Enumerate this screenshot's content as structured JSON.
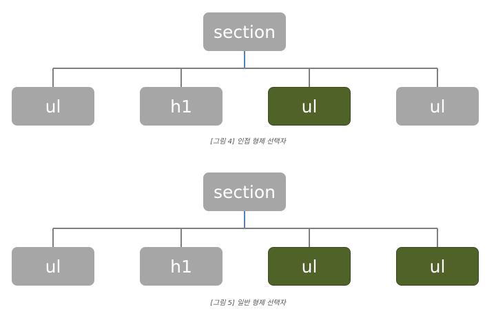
{
  "figure_1": {
    "root": {
      "label": "section",
      "highlighted": false
    },
    "children": [
      {
        "label": "ul",
        "highlighted": false
      },
      {
        "label": "h1",
        "highlighted": false
      },
      {
        "label": "ul",
        "highlighted": true
      },
      {
        "label": "ul",
        "highlighted": false
      }
    ],
    "caption": "[그림 4] 인접 형제 선택자"
  },
  "figure_2": {
    "root": {
      "label": "section",
      "highlighted": false
    },
    "children": [
      {
        "label": "ul",
        "highlighted": false
      },
      {
        "label": "h1",
        "highlighted": false
      },
      {
        "label": "ul",
        "highlighted": true
      },
      {
        "label": "ul",
        "highlighted": true
      }
    ],
    "caption": "[그림 5] 일반 형제 선택자"
  },
  "colors": {
    "node_gray": "#a6a6a6",
    "node_highlight": "#4f6228",
    "node_text": "#ffffff",
    "connector": "#7f7f7f",
    "root_stem": "#4f81bd"
  }
}
